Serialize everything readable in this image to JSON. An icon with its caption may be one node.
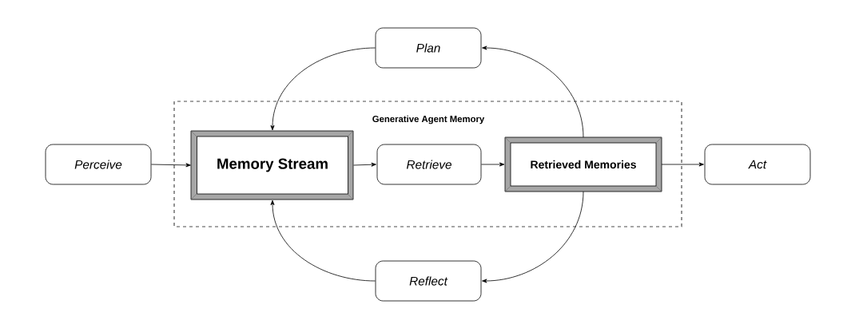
{
  "diagram": {
    "nodes": [
      {
        "text": [
          "Generative Agent Memory"
        ]
      },
      {
        "text": [
          "Perceive"
        ]
      },
      {
        "text": [
          "Memory Stream"
        ],
        "in": 0
      },
      {
        "text": [
          "Retrieve"
        ],
        "in": 0
      },
      {
        "text": [
          "Retrieved Memories"
        ],
        "in": 0
      },
      {
        "text": [
          "Act"
        ]
      },
      {
        "text": [
          "Plan"
        ]
      },
      {
        "text": [
          "Reflect"
        ]
      }
    ],
    "edges": [
      {
        "from": 1,
        "to": 2,
        "arrow": "to"
      },
      {
        "from": 2,
        "to": 3,
        "arrow": "to"
      },
      {
        "from": 3,
        "to": 4,
        "arrow": "to"
      },
      {
        "from": 4,
        "to": 5,
        "arrow": "to"
      },
      {
        "from": 4,
        "to": 6,
        "arrow": "to"
      },
      {
        "from": 6,
        "to": 2,
        "arrow": "to"
      },
      {
        "from": 4,
        "to": 7,
        "arrow": "to"
      },
      {
        "from": 7,
        "to": 2,
        "arrow": "to"
      }
    ]
  }
}
